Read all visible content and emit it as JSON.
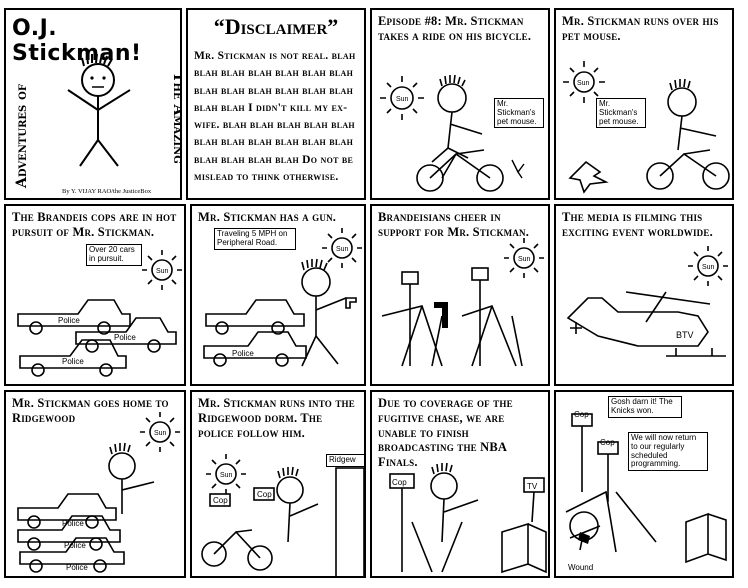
{
  "title_panel": {
    "title": "O.J. Stickman!",
    "left_vertical": "Adventures of",
    "right_vertical": "The Amazing",
    "credit": "By Y. VIJAY RAO/the JusticeBox"
  },
  "disclaimer": {
    "title": "“Disclaimer”",
    "body": "Mr. Stickman is not real. blah blah blah blah blah blah blah blah blah blah blah blah blah blah blah I didn't kill my ex-wife. blah blah blah blah blah blah blah blah blah blah blah blah blah blah blah Do not be mislead to think otherwise."
  },
  "panels": [
    {
      "id": "p3",
      "caption": "Episode #8: Mr. Stickman takes a ride on his bicycle.",
      "labels": [
        "Sun",
        "Mr. Stickman's pet mouse."
      ]
    },
    {
      "id": "p4",
      "caption": "Mr. Stickman runs over his pet mouse.",
      "labels": [
        "Sun",
        "Mr. Stickman's pet mouse."
      ]
    },
    {
      "id": "p5",
      "caption": "The Brandeis cops are in hot pursuit of Mr. Stickman.",
      "labels": [
        "Over 20 cars in pursuit.",
        "Sun",
        "Police",
        "Police",
        "Police"
      ]
    },
    {
      "id": "p6",
      "caption": "Mr. Stickman has a gun.",
      "labels": [
        "Traveling 5 MPH on Peripheral Road.",
        "Sun",
        "Police"
      ]
    },
    {
      "id": "p7",
      "caption": "Brandeisians cheer in support for Mr. Stickman.",
      "labels": [
        "Sun"
      ]
    },
    {
      "id": "p8",
      "caption": "The media is filming this exciting event worldwide.",
      "labels": [
        "Sun",
        "BTV"
      ]
    },
    {
      "id": "p9",
      "caption": "Mr. Stickman goes home to Ridgewood",
      "labels": [
        "Sun",
        "Police",
        "Police",
        "Police"
      ]
    },
    {
      "id": "p10",
      "caption": "Mr. Stickman runs into the Ridgewood dorm. The police follow him.",
      "labels": [
        "Ridgew",
        "Sun",
        "Cop",
        "Cop"
      ]
    },
    {
      "id": "p11",
      "caption": "Due to coverage of the fugitive chase, we are unable to finish broadcasting the NBA Finals.",
      "labels": [
        "Cop",
        "TV"
      ]
    },
    {
      "id": "p12",
      "caption": "",
      "labels": [
        "Gosh darn it! The Knicks won.",
        "We will now return to our regularly scheduled programming.",
        "Cop",
        "Cop",
        "Wound"
      ]
    }
  ]
}
